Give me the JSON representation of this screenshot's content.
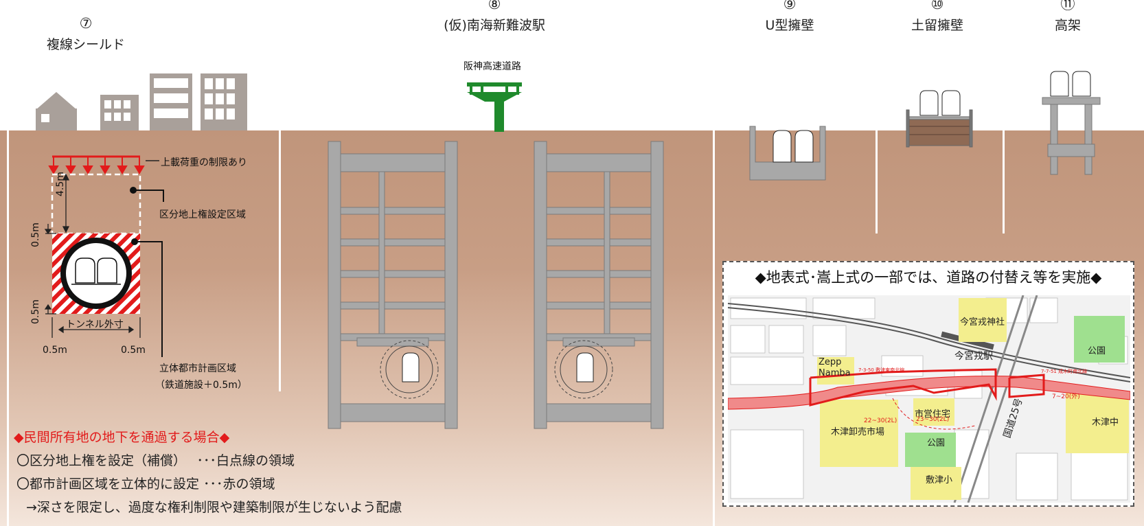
{
  "sections": [
    {
      "num": "⑦",
      "label": "複線シールド"
    },
    {
      "num": "⑧",
      "label": "(仮)南海新難波駅"
    },
    {
      "num": "⑨",
      "label": "U型擁壁"
    },
    {
      "num": "⑩",
      "label": "土留擁壁"
    },
    {
      "num": "⑪",
      "label": "高架"
    }
  ],
  "highway_label": "阪神高速道路",
  "shield": {
    "load_note": "上載荷重の制限あり",
    "surface_right_zone": "区分地上権設定区域",
    "depth": "4.5m",
    "margin_top": "0.5m",
    "margin_bottom": "0.5m",
    "tunnel_width": "トンネル外寸",
    "margin_left": "0.5m",
    "margin_right": "0.5m",
    "city_zone_line1": "立体都市計画区域",
    "city_zone_line2": "（鉄道施設＋0.5m）"
  },
  "notes": {
    "heading": "◆民間所有地の地下を通過する場合◆",
    "line1": "〇区分地上権を設定（補償）　 ･･･白点線の領域",
    "line2": "〇都市計画区域を立体的に設定 ･･･赤の領域",
    "line3": "→深さを限定し、過度な権利制限や建築制限が生じないよう配慮"
  },
  "map": {
    "title": "◆地表式･嵩上式の一部では、道路の付替え等を実施◆",
    "labels": {
      "shrine": "今宮戎神社",
      "park1": "公園",
      "station": "今宮戎駅",
      "zepp": "Zepp\nNamba",
      "housing": "市営住宅",
      "market": "木津卸売市場",
      "park2": "公園",
      "school1": "敷津小",
      "school2": "木津中",
      "route": "国道25号",
      "road1": "7-3-50 敷津東南北線",
      "road2": "7-7-51 成木町南北線",
      "count1": "23~30(2L)",
      "count2": "22~30(2L)",
      "count3": "7~20(外)"
    }
  },
  "colors": {
    "ground": "#c0957b",
    "red": "#e21b1b",
    "structure": "#a8a8a8",
    "green_pier": "#1f8a2c",
    "map_yellow": "#f3ee8e",
    "map_green": "#9fe08f"
  }
}
